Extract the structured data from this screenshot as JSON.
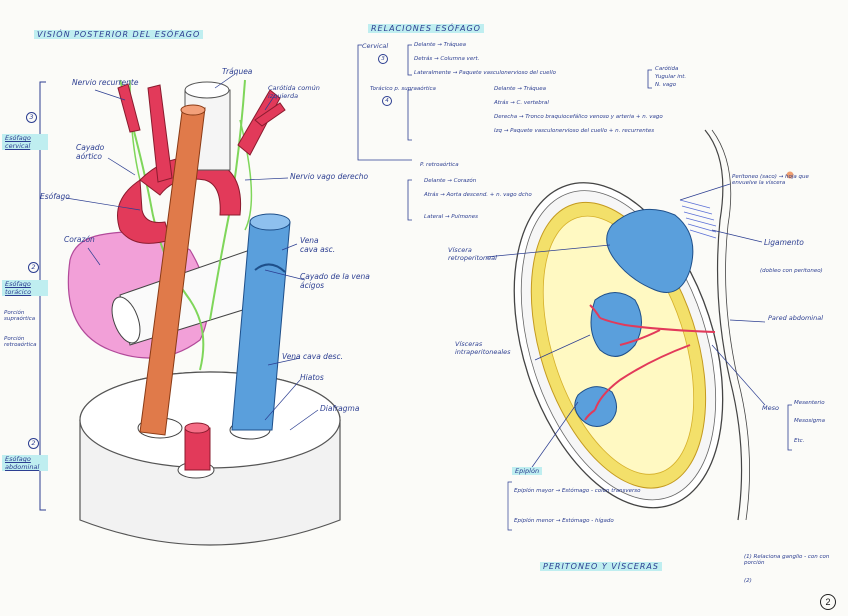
{
  "left_page": {
    "title": "VISIÓN POSTERIOR DEL ESÓFAGO",
    "side_labels": {
      "cervical": "Esófago cervical",
      "cervical_num": "3",
      "toracico": "Esófago torácico",
      "toracico_num": "2",
      "toracico_sub1": "Porción supraórtica",
      "toracico_sub2": "Porción retroaórtica",
      "abdominal": "Esófago abdominal",
      "abdominal_num": "2"
    },
    "labels": {
      "nervio_recurrente": "Nervio recurrente",
      "traquea": "Tráquea",
      "carotida": "Carótida común izquierda",
      "cayado": "Cayado aórtico",
      "esofago": "Esófago",
      "corazon": "Corazón",
      "nervio_vago": "Nervio vago derecho",
      "vena_cava": "Vena cava asc.",
      "cayado_vena": "Cayado de la vena ácigos",
      "vena_cava_desc": "Vena cava desc.",
      "hiatos": "Hiatos",
      "diafragma": "Diafragma"
    }
  },
  "right_page": {
    "title": "RELACIONES ESÓFAGO",
    "cervical": {
      "heading": "Cervical",
      "num": "3",
      "items": [
        "Delante → Tráquea",
        "Detrás → Columna vert.",
        "Lateralmente → Paquete vasculonervioso del cuello"
      ],
      "bracket_items": [
        "Carótida",
        "Yugular int.",
        "N. vago"
      ]
    },
    "toracico": {
      "heading": "Torácico p. supraaórtica",
      "num": "4",
      "items": [
        "Delante → Tráquea",
        "Atrás → C. vertebral",
        "Derecha → Tronco braquiocefálico venoso y arteria + n. vago",
        "Izq → Paquete vasculonervioso del cuello + n. recurrentes"
      ]
    },
    "retro": {
      "heading": "P. retroaórtica",
      "items": [
        "Delante → Corazón",
        "Atrás → Aorta descend. + n. vago dcho",
        "Lateral → Pulmones"
      ]
    },
    "diagram_labels": {
      "peritoneo": "Peritoneo (saco) → hoja que envuelve la víscera",
      "ligamento": "Ligamento",
      "ligamento_sub": "(dobleo con peritoneo)",
      "pared": "Pared abdominal",
      "viscera_retro": "Víscera retroperitoneal",
      "visceras_intra": "Vísceras intraperitoneales",
      "meso": "Meso",
      "meso_items": [
        "Mesenterio",
        "Mesosigma",
        "Etc."
      ],
      "epiplon": "Epiplón",
      "epiplon_mayor": "Epiplón mayor → Estómago - colon transverso",
      "epiplon_menor": "Epiplón menor → Estómago - hígado"
    },
    "footer": "PERITONEO Y VÍSCERAS",
    "footnote1": "(1) Relaciona ganglio - con con porción",
    "footnote2": "(2)"
  },
  "page_number": "2",
  "colors": {
    "ink": "#2c3e91",
    "aorta": "#e23a5a",
    "esophagus": "#e07a4a",
    "vein": "#5a9fdc",
    "heart": "#f2a0d8",
    "nerve": "#7fd65a",
    "highlight": "#bfeef0",
    "peritoneum": "#f3e06a"
  }
}
